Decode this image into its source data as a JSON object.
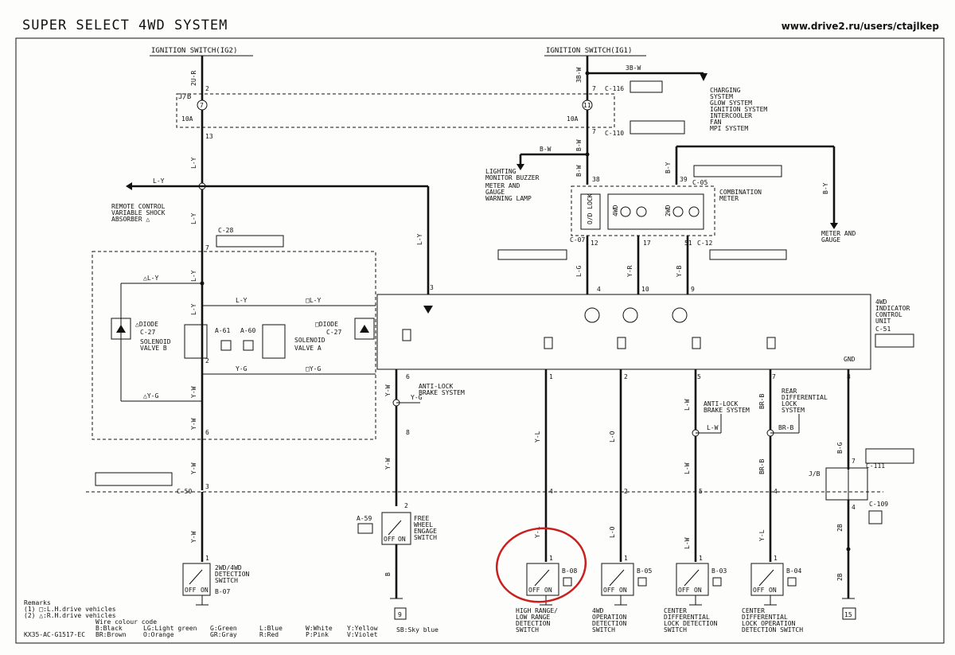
{
  "title": "SUPER SELECT 4WD SYSTEM",
  "site": "www.drive2.ru/users/ctajlkep",
  "ign2": "IGNITION SWITCH(IG2)",
  "ign1": "IGNITION SWITCH(IG1)",
  "jb": "J/B",
  "fuse": "10A",
  "w2ur": "2U-R",
  "w3bw": "3B-W",
  "wbw": "B-W",
  "wly": "L-Y",
  "wyw": "Y-W",
  "wyg": "Y-G",
  "wby": "B-Y",
  "wlg": "L-G",
  "wyr": "Y-R",
  "wyb": "Y-B",
  "wyl": "Y-L",
  "wlo": "L-O",
  "wlw": "L-W",
  "wbrb": "BR-B",
  "wbg": "B-G",
  "w2b": "2B",
  "wb": "B",
  "n2": "2",
  "n7": "7",
  "n13": "13",
  "n38": "38",
  "n39": "39",
  "n12": "12",
  "n17": "17",
  "n51": "51",
  "n3": "3",
  "n4": "4",
  "n10": "10",
  "n9": "9",
  "n6": "6",
  "n1": "1",
  "n5": "5",
  "n8": "8",
  "n11": "11",
  "c116": "C-116",
  "c110": "C-110",
  "c05": "C-05",
  "c07": "C-07",
  "c12": "C-12",
  "c28": "C-28",
  "c27": "C-27",
  "c50": "C-50",
  "c51": "C-51",
  "c111": "C-111",
  "c109": "C-109",
  "a61": "A-61",
  "a60": "A-60",
  "a59": "A-59",
  "b07": "B-07",
  "b08": "B-08",
  "b05": "B-05",
  "b03": "B-03",
  "b04": "B-04",
  "gnd": "GND",
  "charging": [
    "CHARGING",
    "SYSTEM",
    "GLOW SYSTEM",
    "IGNITION SYSTEM",
    "INTERCOOLER",
    "FAN",
    "MPI SYSTEM"
  ],
  "lighting": [
    "LIGHTING",
    "MONITOR BUZZER",
    "METER AND",
    "GAUGE",
    "WARNING LAMP"
  ],
  "remote": [
    "REMOTE CONTROL",
    "VARIABLE SHOCK",
    "ABSORBER △"
  ],
  "combination": [
    "COMBINATION",
    "METER"
  ],
  "meterGauge": [
    "METER AND",
    "GAUGE"
  ],
  "indicator": [
    "4WD",
    "INDICATOR",
    "CONTROL",
    "UNIT"
  ],
  "diode": "DIODE",
  "solB": [
    "SOLENOID",
    "VALVE B"
  ],
  "solA": [
    "SOLENOID",
    "VALVE A"
  ],
  "trL": "△L-Y",
  "trY": "△Y-G",
  "sqL": "□L-Y",
  "sqY": "□Y-G",
  "sqDiode": "□DIODE",
  "trDiode": "△DIODE",
  "abs": [
    "ANTI-LOCK",
    "BRAKE SYSTEM"
  ],
  "rear": [
    "REAR",
    "DIFFERENTIAL",
    "LOCK",
    "SYSTEM"
  ],
  "free": [
    "FREE",
    "WHEEL",
    "ENGAGE",
    "SWITCH"
  ],
  "off": "OFF",
  "on": "ON",
  "olock": "O/D LOCK",
  "w4wd": "4WD",
  "w2wd": "2WD",
  "sw2wd": [
    "2WD/4WD",
    "DETECTION",
    "SWITCH"
  ],
  "swHigh": [
    "HIGH RANGE/",
    "LOW RANGE",
    "DETECTION",
    "SWITCH"
  ],
  "sw4op": [
    "4WD",
    "OPERATION",
    "DETECTION",
    "SWITCH"
  ],
  "swCenter": [
    "CENTER",
    "DIFFERENTIAL",
    "LOCK DETECTION",
    "SWITCH"
  ],
  "swCenterOp": [
    "CENTER",
    "DIFFERENTIAL",
    "LOCK OPERATION",
    "DETECTION SWITCH"
  ],
  "remarks": "Remarks",
  "rem1": "(1) □:L.H.drive vehicles",
  "rem2": "(2) △:R.H.drive vehicles",
  "code": "Wire colour code",
  "colors1": [
    "B:Black",
    "LG:Light green",
    "G:Green",
    "L:Blue",
    "W:White",
    "Y:Yellow"
  ],
  "colors2": [
    "BR:Brown",
    "O:Orange",
    "GR:Gray",
    "R:Red",
    "P:Pink",
    "V:Violet"
  ],
  "sb": "SB:Sky blue",
  "docid": "KX35-AC-G1517-EC",
  "gnd9": "9",
  "gnd15": "15",
  "highlight": "#c8201e"
}
